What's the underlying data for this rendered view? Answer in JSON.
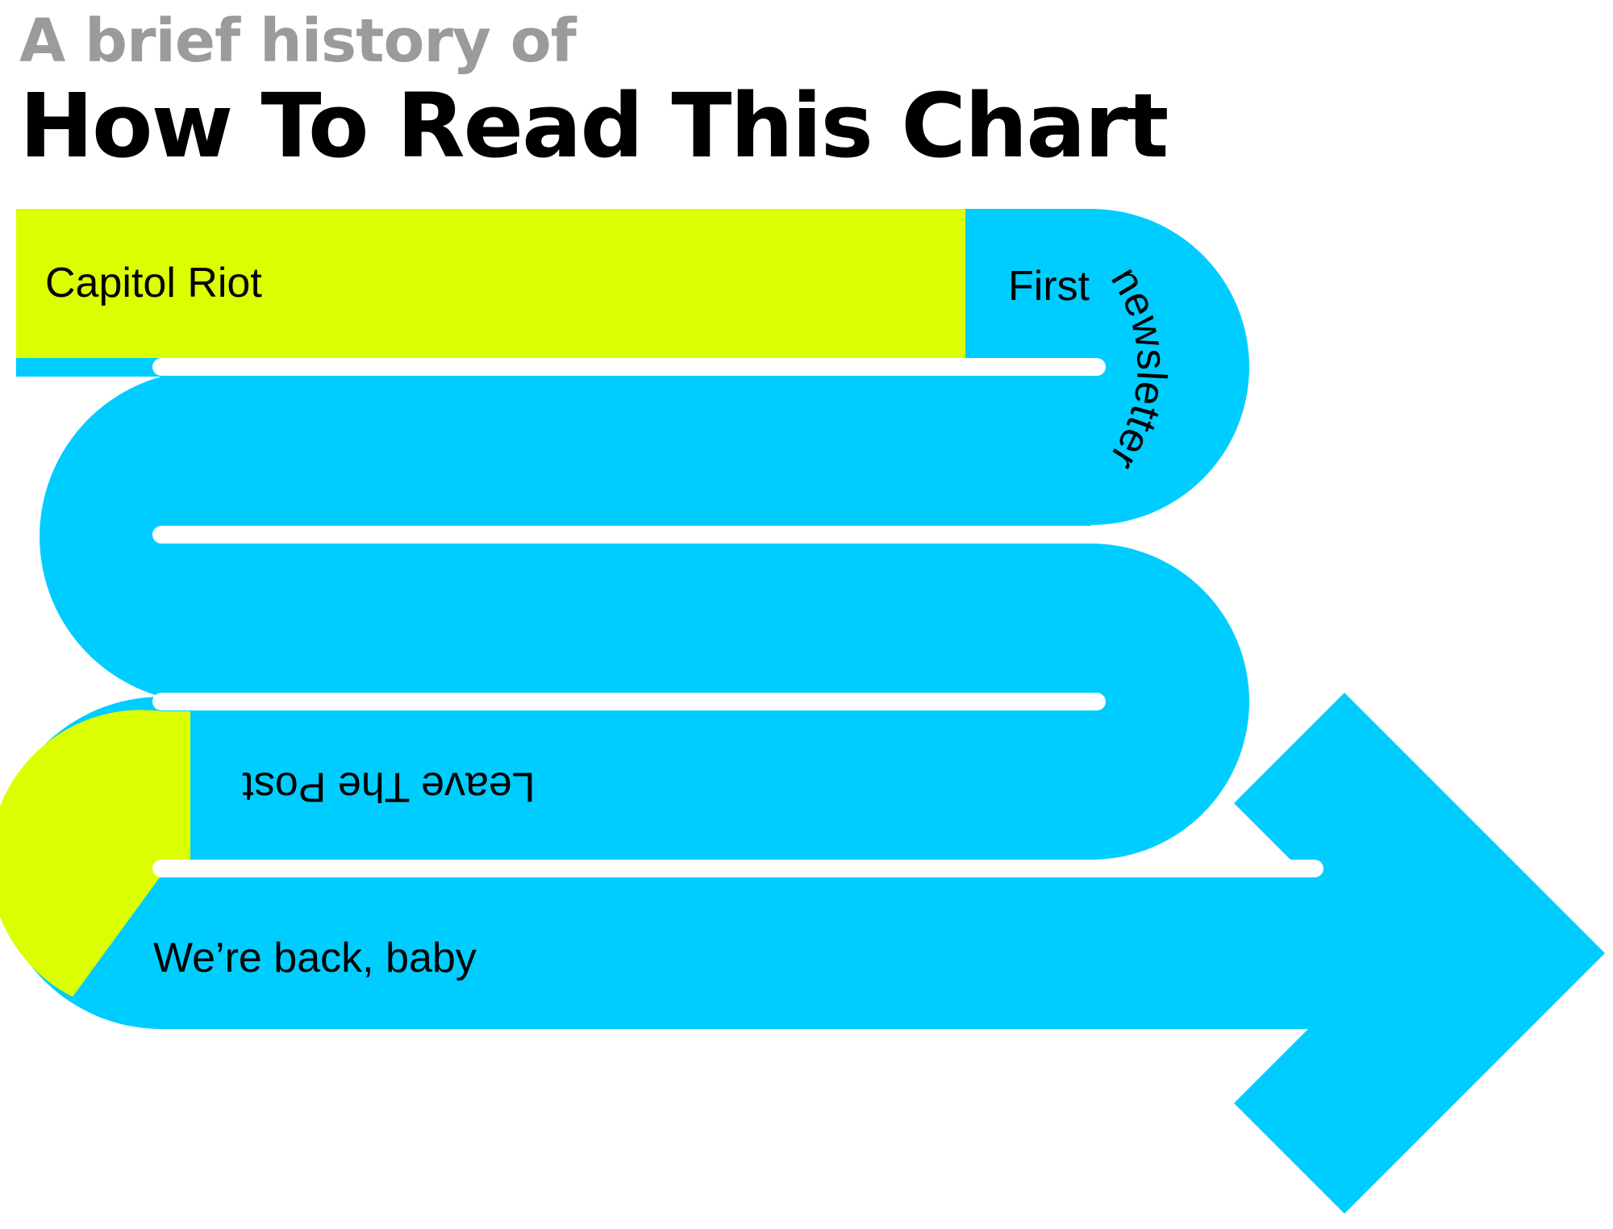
{
  "heading": {
    "subtitle": "A brief history of",
    "title": "How To Read This Chart"
  },
  "colors": {
    "track": "#00cdff",
    "highlight": "#dbff00",
    "separator": "#ffffff",
    "text": "#000000",
    "subtitle": "#9b9b9b"
  },
  "events": {
    "capitol_riot": "Capitol Riot",
    "first": "First",
    "newsletter": "newsletter",
    "leave_the_post": "Leave The Post",
    "back": "We’re back, baby"
  }
}
